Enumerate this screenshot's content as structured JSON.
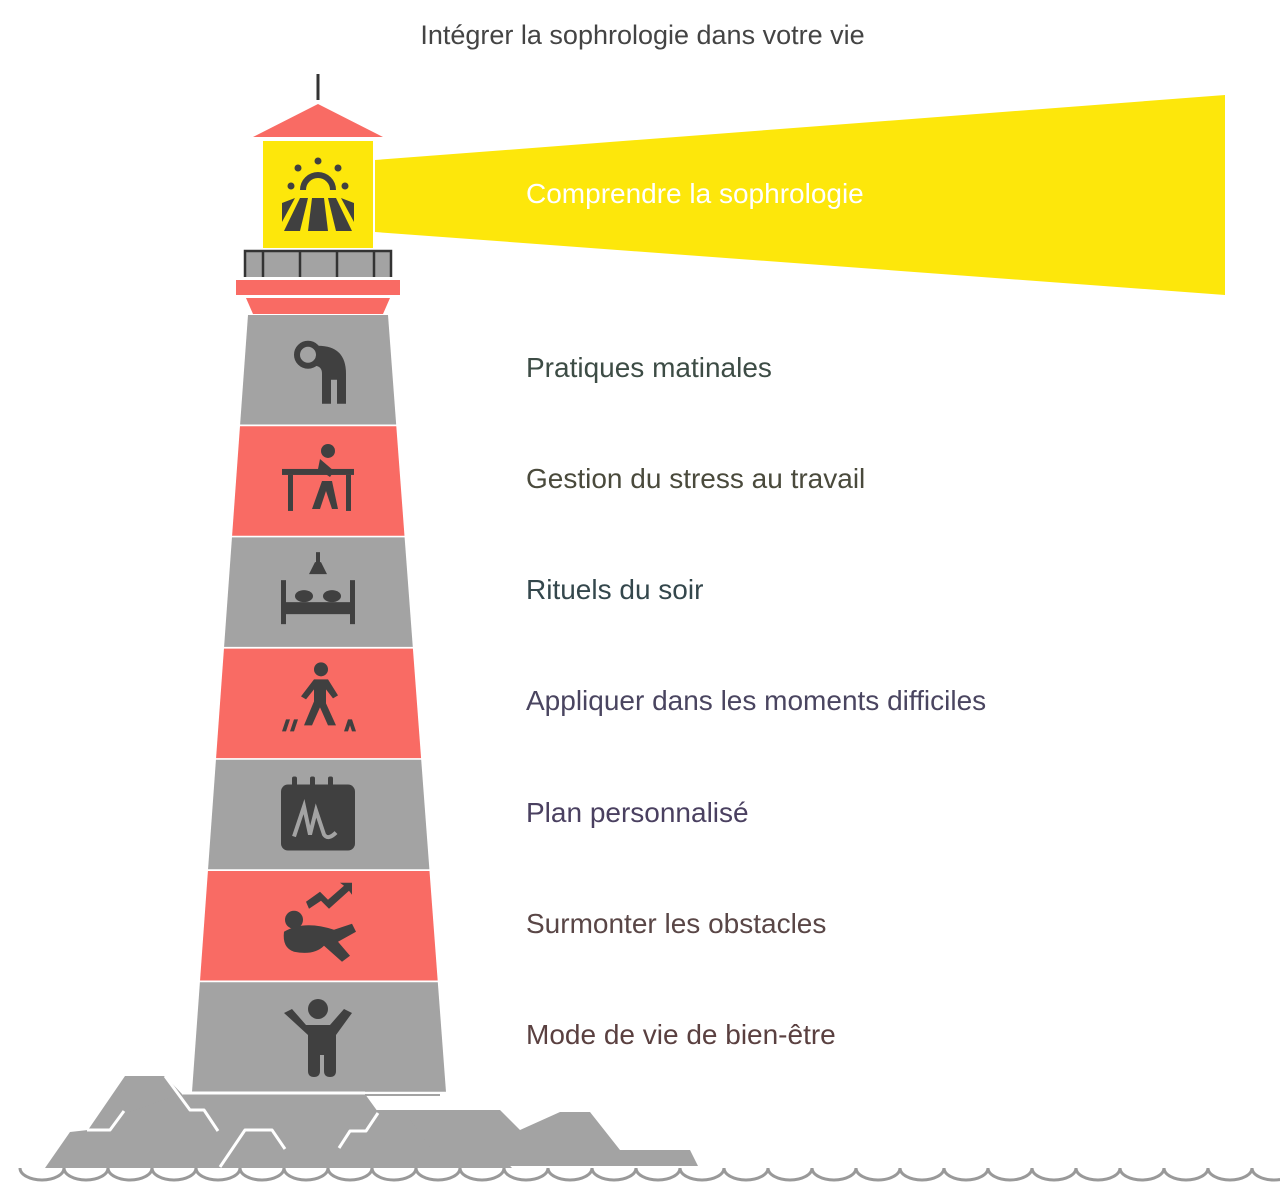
{
  "title": "Intégrer la sophrologie dans votre vie",
  "colors": {
    "red": "#f96b64",
    "gray": "#a3a3a3",
    "yellow": "#fde70b",
    "icon": "#404040"
  },
  "steps": [
    {
      "label": "Comprendre la sophrologie",
      "icon": "sunrise-icon",
      "color": "#ffffff"
    },
    {
      "label": "Pratiques matinales",
      "icon": "stretching-person-icon",
      "color": "#3d4c45"
    },
    {
      "label": "Gestion du stress au travail",
      "icon": "person-at-desk-icon",
      "color": "#4a4a3c"
    },
    {
      "label": "Rituels du soir",
      "icon": "bed-lamp-icon",
      "color": "#34474c"
    },
    {
      "label": "Appliquer dans les moments difficiles",
      "icon": "person-walking-obstacles-icon",
      "color": "#4a4560"
    },
    {
      "label": "Plan personnalisé",
      "icon": "calendar-signature-icon",
      "color": "#4a4060"
    },
    {
      "label": "Surmonter les obstacles",
      "icon": "person-climbing-icon",
      "color": "#594646"
    },
    {
      "label": "Mode de vie de bien-être",
      "icon": "person-arms-up-icon",
      "color": "#5a4040"
    }
  ]
}
